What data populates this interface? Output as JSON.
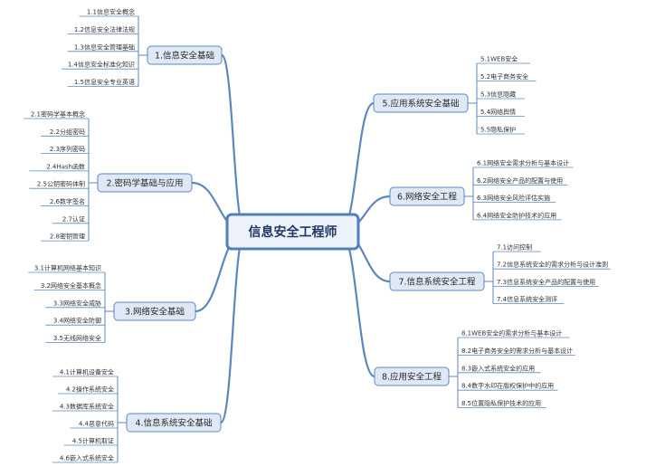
{
  "colors": {
    "branch_fill": "#dfe9f6",
    "branch_stroke": "#5b87bf",
    "center_fill": "#eef3fb",
    "center_stroke": "#4f7fbf",
    "line": "#5b87bf",
    "leaf_line": "#5b87bf"
  },
  "center": {
    "label": "信息安全工程师"
  },
  "branches": [
    {
      "label": "1.信息安全基础",
      "side": "left",
      "children": [
        "1.1信息安全概念",
        "1.2信息安全法律法规",
        "1.3信息安全管理基础",
        "1.4信息安全标准化知识",
        "1.5信息安全专业英语"
      ]
    },
    {
      "label": "2.密码学基础与应用",
      "side": "left",
      "children": [
        "2.1密码学基本概念",
        "2.2分组密码",
        "2.3序列密码",
        "2.4Hash函数",
        "2.5公钥密码体制",
        "2.6数字签名",
        "2.7认证",
        "2.8密钥管理"
      ]
    },
    {
      "label": "3.网络安全基础",
      "side": "left",
      "children": [
        "3.1计算机网络基本知识",
        "3.2网络安全基本概念",
        "3.3网络安全威胁",
        "3.4网络安全防御",
        "3.5无线网络安全"
      ]
    },
    {
      "label": "4.信息系统安全基础",
      "side": "left",
      "children": [
        "4.1计算机设备安全",
        "4.2操作系统安全",
        "4.3数据库系统安全",
        "4.4恶意代码",
        "4.5计算机取证",
        "4.6嵌入式系统安全"
      ]
    },
    {
      "label": "5.应用系统安全基础",
      "side": "right",
      "children": [
        "5.1WEB安全",
        "5.2电子商务安全",
        "5.3信息隐藏",
        "5.4网络舆情",
        "5.5隐私保护"
      ]
    },
    {
      "label": "6.网络安全工程",
      "side": "right",
      "children": [
        "6.1网络安全需求分析与基本设计",
        "6.2网络安全产品的配置与使用",
        "6.3网络安全风险评估实施",
        "6.4网络安全防护技术的应用"
      ]
    },
    {
      "label": "7.信息系统安全工程",
      "side": "right",
      "children": [
        "7.1访问控制",
        "7.2信息系统安全的需求分析与设计准则",
        "7.3信息系统安全产品的配置与使用",
        "7.4信息系统安全测评"
      ]
    },
    {
      "label": "8.应用安全工程",
      "side": "right",
      "children": [
        "8.1WEB安全的需求分析与基本设计",
        "8.2电子商务安全的需求分析与基本设计",
        "8.3嵌入式系统安全的应用",
        "8.4数字水印在版权保护中的应用",
        "8.5位置隐私保护技术的应用"
      ]
    }
  ]
}
